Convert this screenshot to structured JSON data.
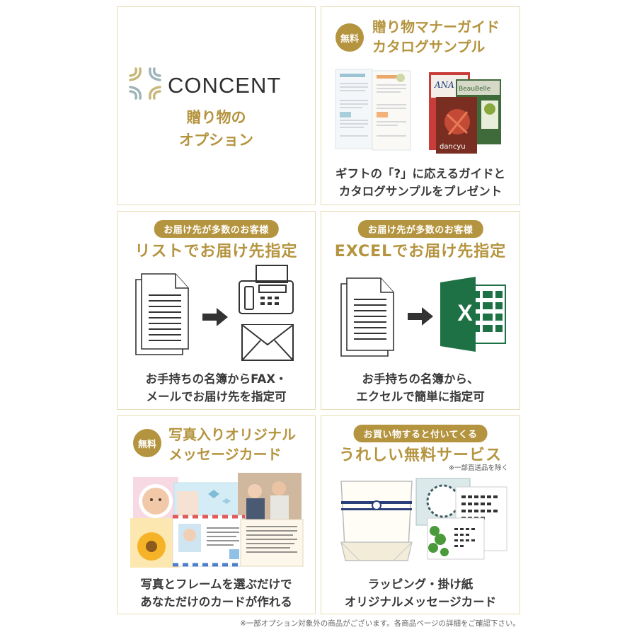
{
  "brand": {
    "logo_text": "CONCENT",
    "subtitle_line1": "贈り物の",
    "subtitle_line2": "オプション"
  },
  "cards": {
    "guide": {
      "badge": "無料",
      "title_line1": "贈り物マナーガイド",
      "title_line2": "カタログサンプル",
      "caption_line1": "ギフトの「?」に応えるガイドと",
      "caption_line2": "カタログサンプルをプレゼント",
      "catalog_labels": [
        "ANA",
        "BeauBelle",
        "dancyu"
      ]
    },
    "list": {
      "pill": "お届け先が多数のお客様",
      "title": "リストでお届け先指定",
      "caption_line1": "お手持ちの名簿からFAX・",
      "caption_line2": "メールでお届け先を指定可"
    },
    "excel": {
      "pill": "お届け先が多数のお客様",
      "title": "EXCELでお届け先指定",
      "excel_letter": "X",
      "caption_line1": "お手持ちの名簿から、",
      "caption_line2": "エクセルで簡単に指定可"
    },
    "photo": {
      "badge": "無料",
      "title_line1": "写真入りオリジナル",
      "title_line2": "メッセージカード",
      "caption_line1": "写真とフレームを選ぶだけで",
      "caption_line2": "あなただけのカードが作れる"
    },
    "service": {
      "pill": "お買い物すると付いてくる",
      "title": "うれしい無料サービス",
      "note": "※一部直送品を除く",
      "caption_line1": "ラッピング・掛け紙",
      "caption_line2": "オリジナルメッセージカード"
    }
  },
  "footer_note": "※一部オプション対象外の商品がございます。各商品ページの詳細をご確認下さい。",
  "colors": {
    "gold": "#b5943f",
    "border": "#e6dcb4",
    "text": "#3a3a3a",
    "excel_green": "#1e7145"
  }
}
